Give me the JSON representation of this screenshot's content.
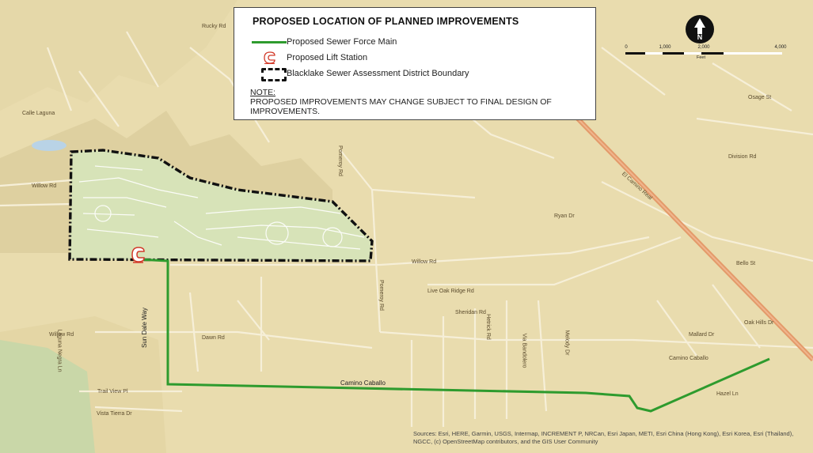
{
  "legend": {
    "title": "PROPOSED LOCATION OF PLANNED IMPROVEMENTS",
    "items": [
      {
        "label": "Proposed Sewer Force Main",
        "icon": "green-line-icon"
      },
      {
        "label": "Proposed Lift Station",
        "icon": "lift-station-icon"
      },
      {
        "label": "Blacklake Sewer Assessment District Boundary",
        "icon": "dashed-boundary-icon"
      }
    ],
    "note_label": "NOTE:",
    "note_text": "PROPOSED IMPROVEMENTS MAY CHANGE SUBJECT TO FINAL DESIGN OF IMPROVEMENTS."
  },
  "north_arrow": {
    "letter": "N"
  },
  "scale_bar": {
    "ticks": [
      "0",
      "1,000",
      "2,000",
      "4,000"
    ],
    "unit": "Feet"
  },
  "map_labels": {
    "sun_dale_way": "Sun Dale Way",
    "camino_caballo": "Camino Caballo"
  },
  "road_labels": [
    "Willow Rd",
    "Pomeroy Rd",
    "Live Oak Ridge Rd",
    "Sheridan Rd",
    "El Camino Real",
    "Camino Caballo",
    "Dawn Rd",
    "Trail View Pl",
    "Willow Rd",
    "Vista Tierra Dr",
    "Laguna Negra Ln",
    "Rucky Rd",
    "Pomeroy Rd",
    "Calle Laguna",
    "Willow Rd",
    "Ryan Dr",
    "Hetrick Rd",
    "Via Bandolero",
    "Melody Dr",
    "Hazel Ln",
    "Division Rd",
    "Bello St",
    "Mallard Dr",
    "Oak Hills Dr",
    "Osage St"
  ],
  "credits": "Sources: Esri, HERE, Garmin, USGS, Intermap, INCREMENT P, NRCan, Esri Japan, METI, Esri China (Hong Kong), Esri Korea, Esri (Thailand), NGCC, (c) OpenStreetMap contributors, and the GIS User Community",
  "colors": {
    "force_main": "#2e9b2e",
    "boundary": "#111111",
    "lift_station": "#d23a2a",
    "highway": "#e39a6a",
    "terrain": "#e9dcae"
  }
}
